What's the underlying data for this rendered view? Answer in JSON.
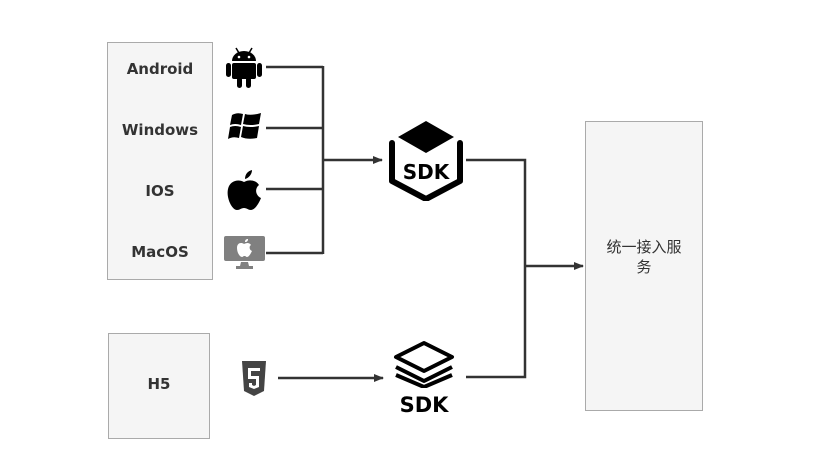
{
  "platforms": [
    {
      "label": "Android",
      "icon": "android-icon"
    },
    {
      "label": "Windows",
      "icon": "windows-icon"
    },
    {
      "label": "IOS",
      "icon": "apple-icon"
    },
    {
      "label": "MacOS",
      "icon": "mac-monitor-icon"
    }
  ],
  "h5": {
    "label": "H5",
    "icon": "html5-icon"
  },
  "sdk_native": {
    "label": "SDK"
  },
  "sdk_web": {
    "label": "SDK"
  },
  "service": {
    "label": "统一接入服务"
  },
  "colors": {
    "line": "#333333",
    "box_fill": "#f5f5f5",
    "box_border": "#aaaaaa",
    "mac_icon": "#808080",
    "html5_icon": "#444444"
  }
}
